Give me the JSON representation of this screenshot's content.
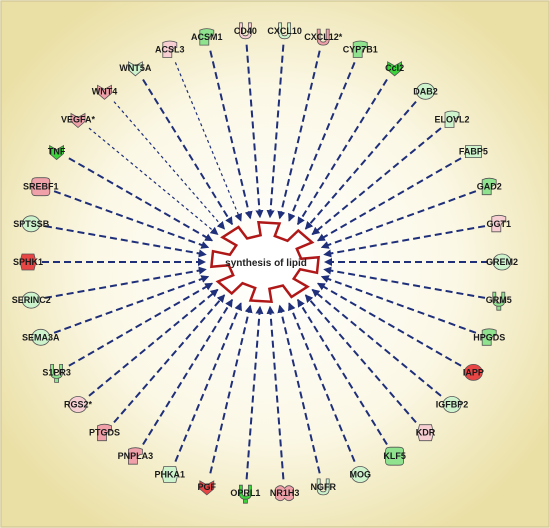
{
  "center": {
    "label": "synthesis of lipid"
  },
  "colors": {
    "edge": "#1f2f7a",
    "center_stroke": "#b01818",
    "up_strong": "#e84545",
    "up_mid": "#f0a0a8",
    "up_light": "#f7cfd3",
    "down_strong": "#3bd43b",
    "down_mid": "#8fe38f",
    "down_light": "#cdf3cd",
    "stroke": "#555555",
    "frame": "#d6cc9a"
  },
  "nodes": [
    {
      "label": "CXCL10",
      "shape": "receptor-y",
      "color": "down_light",
      "dashed": false
    },
    {
      "label": "CXCL12*",
      "shape": "receptor-y",
      "color": "up_mid",
      "dashed": false
    },
    {
      "label": "CYP7B1",
      "shape": "enzyme",
      "color": "down_mid",
      "dashed": false
    },
    {
      "label": "Ccl2",
      "shape": "cytokine",
      "color": "down_strong",
      "dashed": false
    },
    {
      "label": "DAB2",
      "shape": "other",
      "color": "down_light",
      "dashed": false
    },
    {
      "label": "ELOVL2",
      "shape": "enzyme",
      "color": "down_light",
      "dashed": false
    },
    {
      "label": "FABP5",
      "shape": "transporter",
      "color": "down_light",
      "dashed": false
    },
    {
      "label": "GAD2",
      "shape": "enzyme",
      "color": "down_mid",
      "dashed": false
    },
    {
      "label": "GGT1",
      "shape": "enzyme",
      "color": "up_light",
      "dashed": false
    },
    {
      "label": "GREM2",
      "shape": "other",
      "color": "down_light",
      "dashed": false
    },
    {
      "label": "GRM5",
      "shape": "gpcr",
      "color": "down_mid",
      "dashed": false
    },
    {
      "label": "HPGDS",
      "shape": "enzyme",
      "color": "down_mid",
      "dashed": false
    },
    {
      "label": "IAPP",
      "shape": "other",
      "color": "up_strong",
      "dashed": false
    },
    {
      "label": "IGFBP2",
      "shape": "other",
      "color": "down_light",
      "dashed": false
    },
    {
      "label": "KDR",
      "shape": "kinase",
      "color": "up_light",
      "dashed": false
    },
    {
      "label": "KLF5",
      "shape": "tf",
      "color": "down_mid",
      "dashed": false
    },
    {
      "label": "MOG",
      "shape": "other",
      "color": "down_light",
      "dashed": false
    },
    {
      "label": "NGFR",
      "shape": "receptor-y",
      "color": "down_light",
      "dashed": false
    },
    {
      "label": "NR1H3",
      "shape": "nuclear",
      "color": "up_mid",
      "dashed": false
    },
    {
      "label": "OPRL1",
      "shape": "gpcr",
      "color": "down_strong",
      "dashed": false
    },
    {
      "label": "PGF",
      "shape": "cytokine",
      "color": "up_strong",
      "dashed": false
    },
    {
      "label": "PHKA1",
      "shape": "kinase",
      "color": "down_light",
      "dashed": false
    },
    {
      "label": "PNPLA3",
      "shape": "enzyme",
      "color": "up_mid",
      "dashed": false
    },
    {
      "label": "PTGDS",
      "shape": "enzyme",
      "color": "up_mid",
      "dashed": false
    },
    {
      "label": "RGS2*",
      "shape": "other",
      "color": "up_light",
      "dashed": false
    },
    {
      "label": "S1PR3",
      "shape": "gpcr",
      "color": "down_mid",
      "dashed": false
    },
    {
      "label": "SEMA3A",
      "shape": "other",
      "color": "down_light",
      "dashed": false
    },
    {
      "label": "SERINC2",
      "shape": "other",
      "color": "down_light",
      "dashed": false
    },
    {
      "label": "SPHK1",
      "shape": "kinase",
      "color": "up_strong",
      "dashed": false
    },
    {
      "label": "SPTSSB",
      "shape": "other",
      "color": "down_light",
      "dashed": false
    },
    {
      "label": "SREBF1",
      "shape": "tf",
      "color": "up_mid",
      "dashed": false
    },
    {
      "label": "TNF",
      "shape": "cytokine",
      "color": "down_strong",
      "dashed": false
    },
    {
      "label": "VEGFA*",
      "shape": "cytokine",
      "color": "up_mid",
      "dashed": true
    },
    {
      "label": "WNT4",
      "shape": "cytokine",
      "color": "up_mid",
      "dashed": true
    },
    {
      "label": "WNT5A",
      "shape": "cytokine",
      "color": "down_light",
      "dashed": false
    },
    {
      "label": "ACSL3",
      "shape": "enzyme",
      "color": "up_light",
      "dashed": true
    },
    {
      "label": "ACSM1",
      "shape": "enzyme",
      "color": "down_mid",
      "dashed": false
    },
    {
      "label": "CD40",
      "shape": "receptor-y",
      "color": "up_light",
      "dashed": false
    }
  ]
}
